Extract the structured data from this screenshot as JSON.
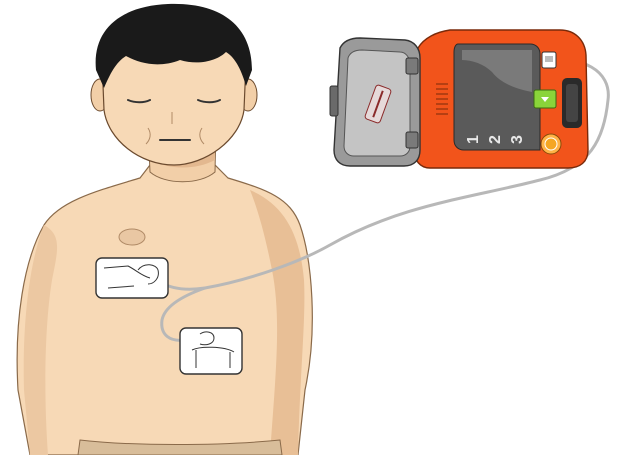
{
  "illustration": {
    "subject": "aed-pad-placement-on-patient",
    "colors": {
      "skin": "#f7d9b6",
      "skin_shadow": "#e8bf96",
      "hair": "#1a1a1a",
      "aed_body": "#f2541b",
      "aed_lid": "#9a9a9a",
      "aed_panel": "#5a5a5a",
      "button_green": "#8ad43a",
      "shock_button": "#f5a623",
      "cable": "#b8b8b8",
      "pad": "#ffffff"
    },
    "aed": {
      "step_numbers": [
        "1",
        "2",
        "3"
      ],
      "lid_logo_text": "",
      "icons": [
        "power-button-icon",
        "shock-button-icon",
        "speaker-grille-icon",
        "handle-icon"
      ]
    },
    "pads": [
      "upper-right-chest-pad",
      "lower-left-chest-pad"
    ]
  }
}
